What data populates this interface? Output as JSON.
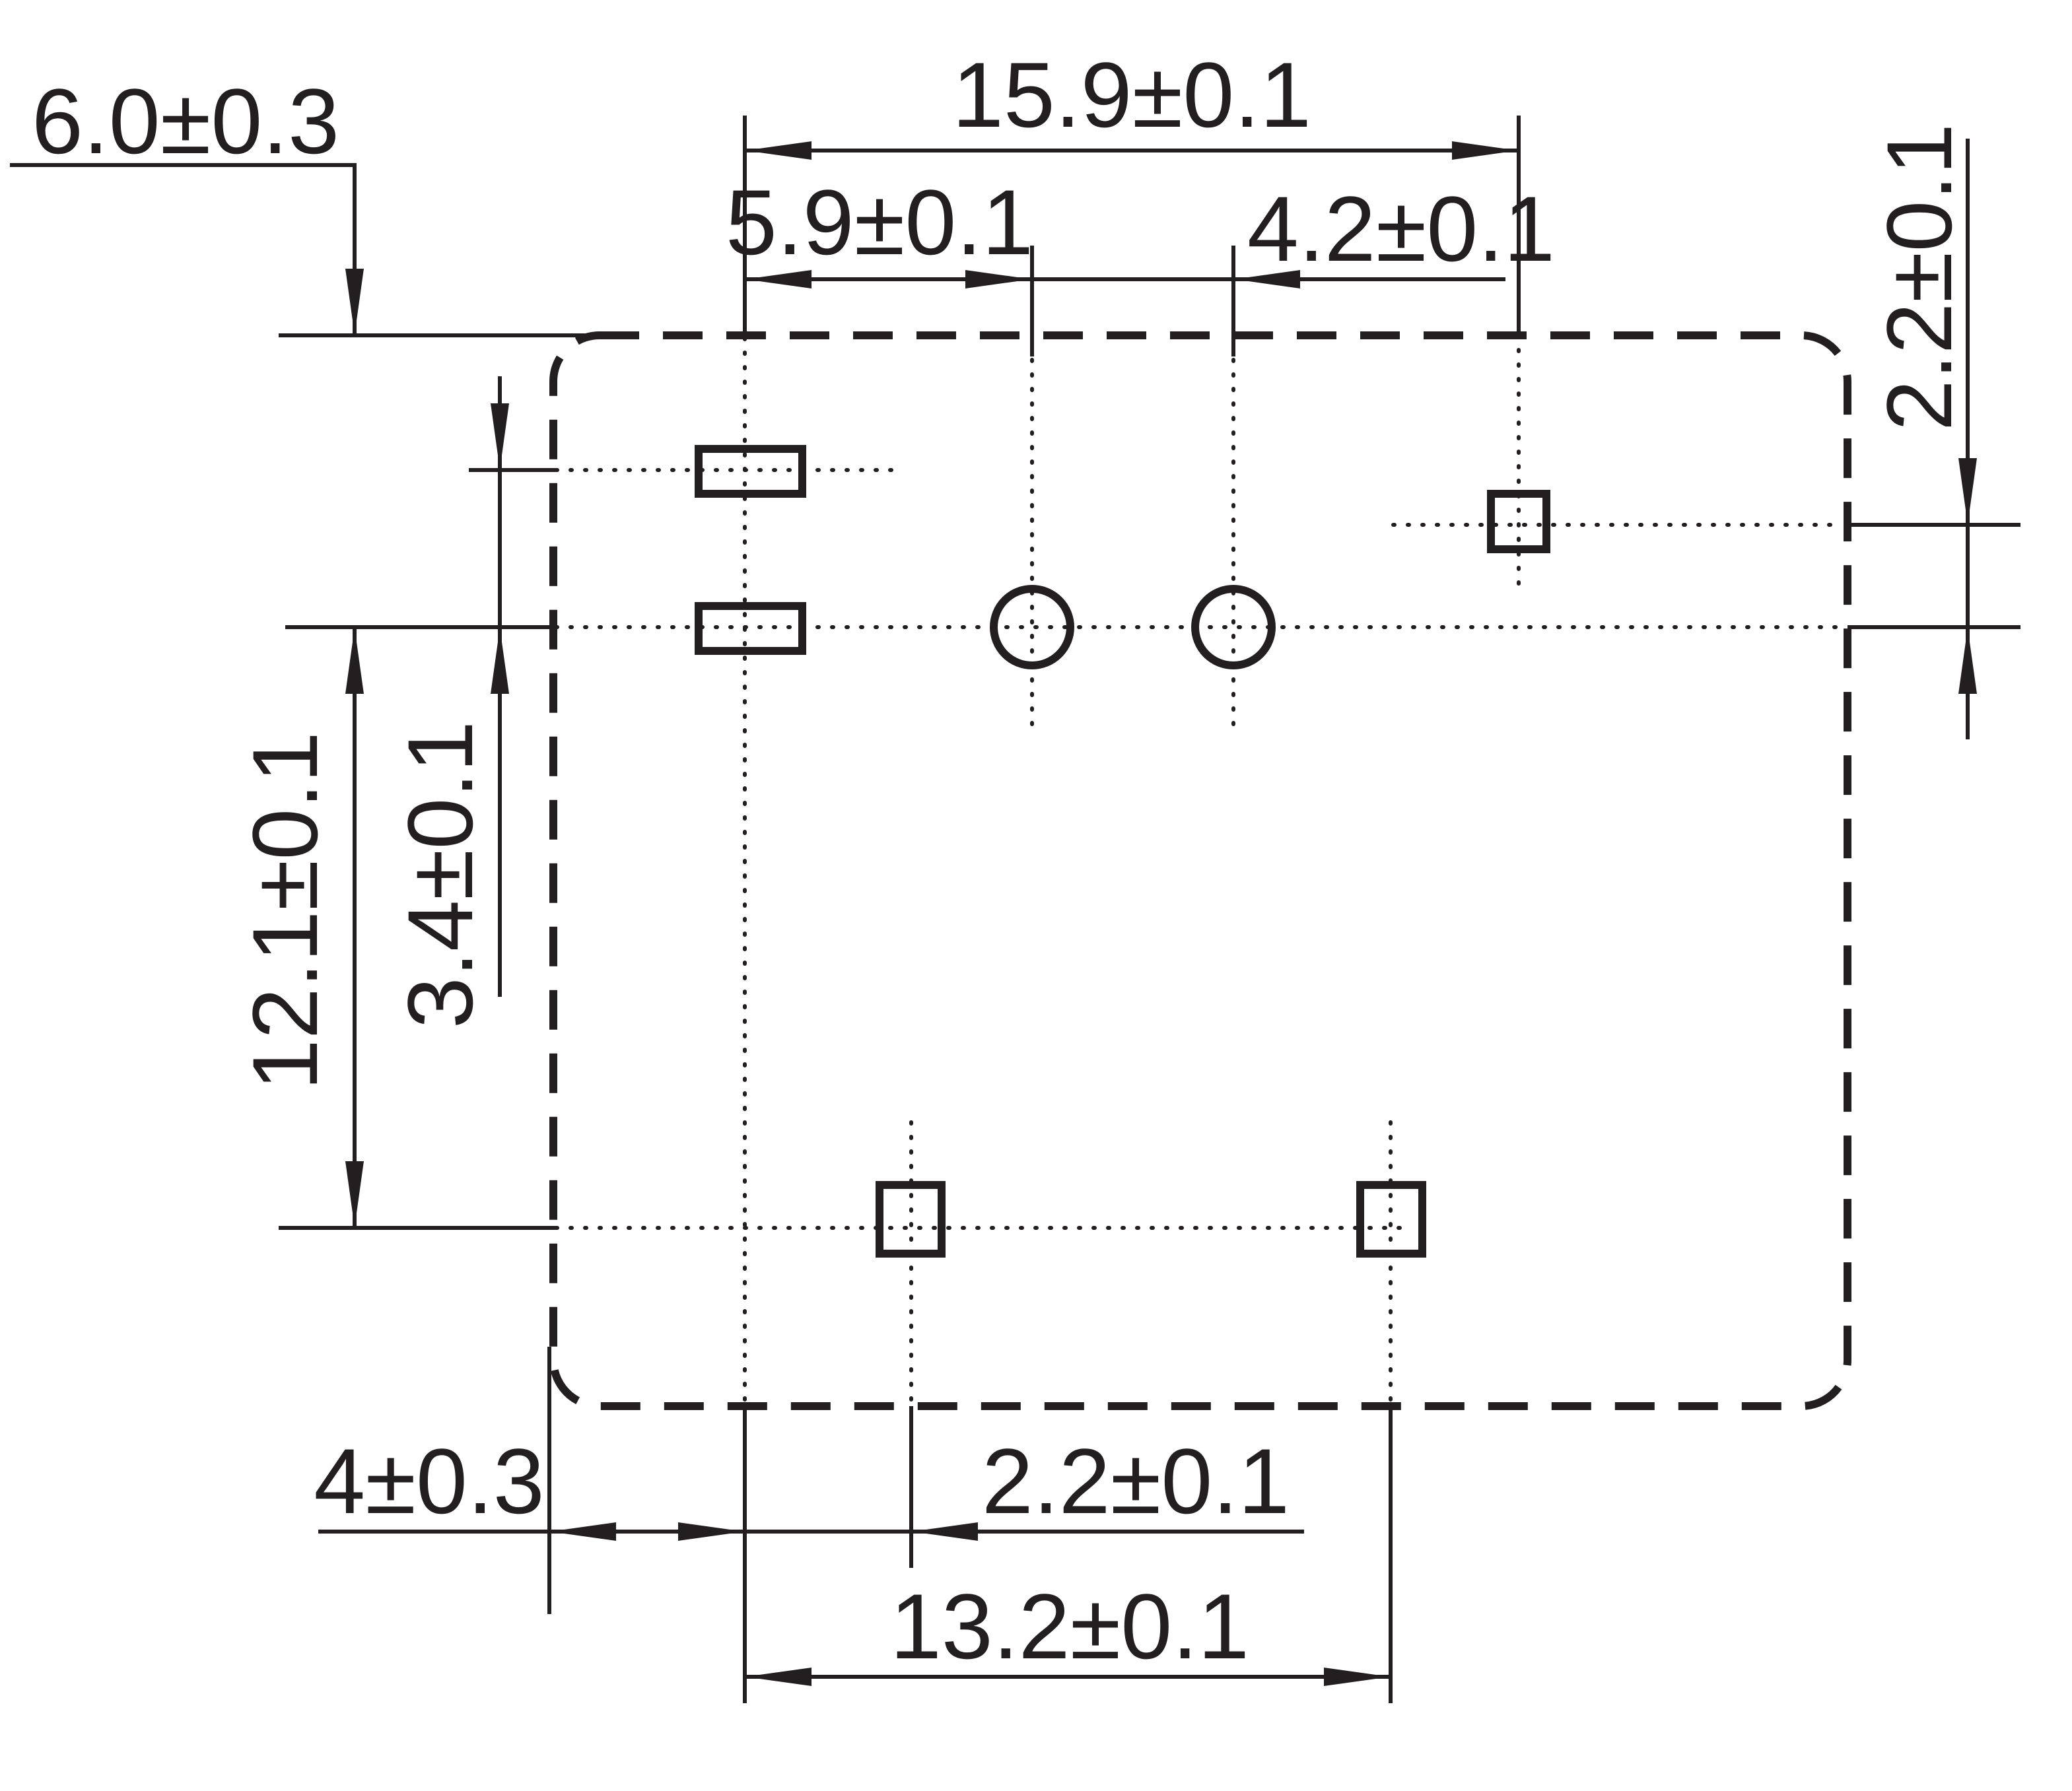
{
  "diagram": {
    "type": "PCB footprint drawing",
    "line_color": "#231f20",
    "dimensions": {
      "d_6_0": "6.0±0.3",
      "d_15_9": "15.9±0.1",
      "d_5_9": "5.9±0.1",
      "d_4_2": "4.2±0.1",
      "d_2_2_right": "2.2±0.1",
      "d_12_1": "12.1±0.1",
      "d_3_4": "3.4±0.1",
      "d_4_0": "4±0.3",
      "d_2_2_bottom": "2.2±0.1",
      "d_13_2": "13.2±0.1"
    }
  }
}
